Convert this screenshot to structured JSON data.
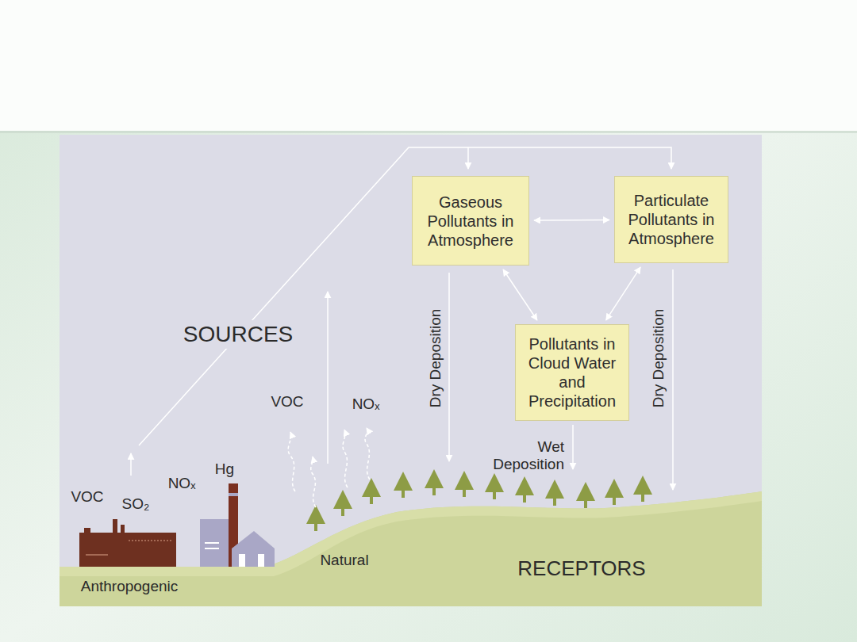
{
  "diagram": {
    "nodes": [
      {
        "text": [
          "Gaseous Pollutants in Atmosphere"
        ]
      },
      {
        "text": [
          "Particulate Pollutants in Atmosphere"
        ]
      },
      {
        "text": [
          "Pollutants in Cloud Water and Precipitation"
        ]
      }
    ],
    "edges": [
      {
        "from": 0,
        "to": 1,
        "arrow": "both"
      },
      {
        "from": 0,
        "to": 2,
        "arrow": "both"
      },
      {
        "from": 1,
        "to": 2,
        "arrow": "both"
      }
    ],
    "labels": [
      "SOURCES",
      "VOC",
      "NOₓ",
      "VOC",
      "SO₂",
      "NOₓ",
      "Hg",
      "Dry Deposition",
      "Dry Deposition",
      "Wet Deposition",
      "Natural",
      "Anthropogenic",
      "RECEPTORS"
    ]
  }
}
